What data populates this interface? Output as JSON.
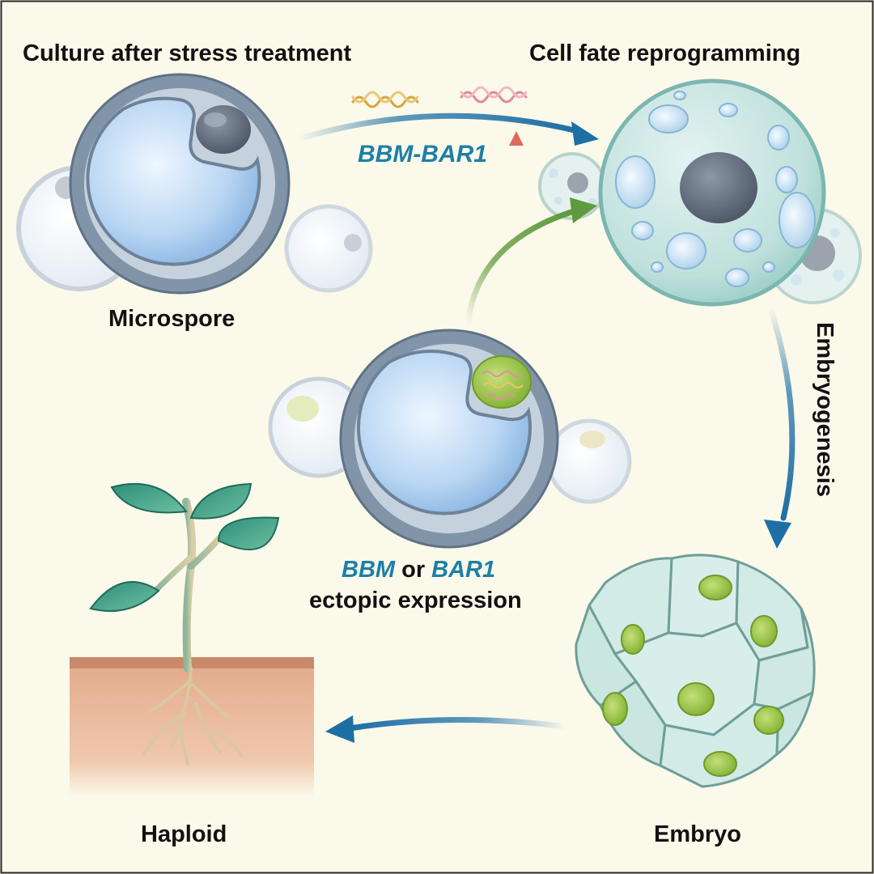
{
  "labels": {
    "top_left": "Culture after stress treatment",
    "top_right": "Cell fate reprogramming",
    "microspore": "Microspore",
    "gene_combo": "BBM-BAR1",
    "gene_a": "BBM",
    "or_word": "or",
    "gene_b": "BAR1",
    "ectopic": "ectopic expression",
    "embryogenesis": "Embryogenesis",
    "embryo": "Embryo",
    "haploid": "Haploid"
  },
  "colors": {
    "background": "#fbf9ea",
    "cycle_arrow": "#1d6fa5",
    "ectopic_arrow": "#5f9a3e",
    "gene_text": "#1d7fa8",
    "soil": "#e8b598",
    "leaf": "#3f9f86",
    "nucleus_green": "#8cbc3c"
  }
}
